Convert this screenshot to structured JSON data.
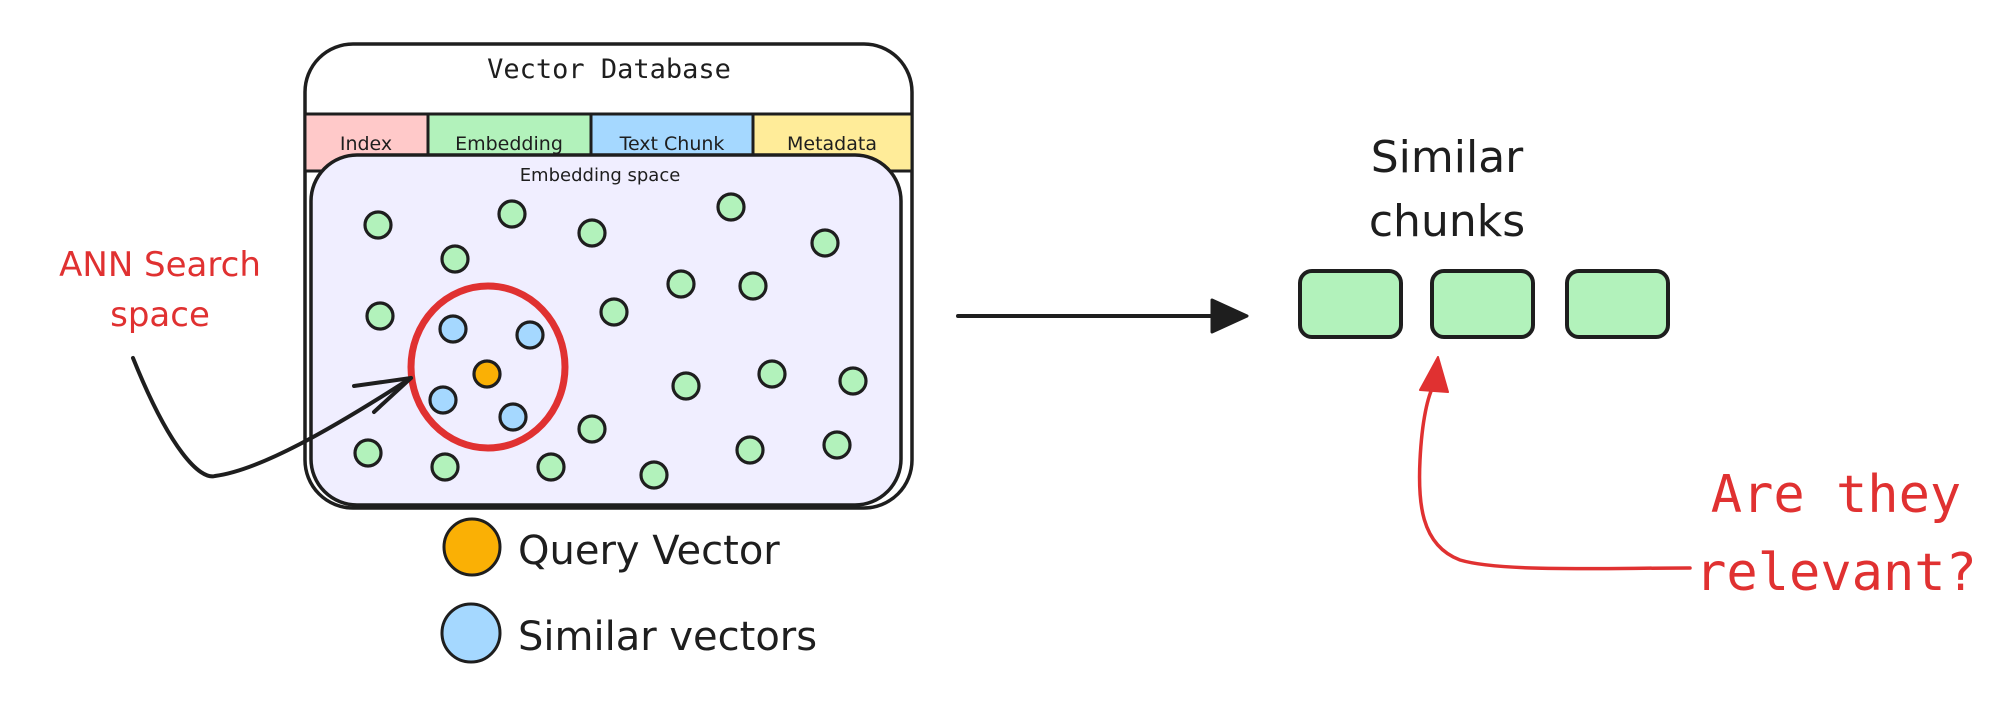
{
  "database": {
    "title": "Vector Database",
    "columns": [
      {
        "label": "Index",
        "color": "#ffc9c9"
      },
      {
        "label": "Embedding",
        "color": "#b2f2bb"
      },
      {
        "label": "Text Chunk",
        "color": "#a5d8ff"
      },
      {
        "label": "Metadata",
        "color": "#ffec99"
      }
    ],
    "embedding_space_label": "Embedding space",
    "space_fill": "#f0eeff"
  },
  "colors": {
    "vector": "#b2f2bb",
    "query": "#fab005",
    "similar": "#a5d8ff",
    "annotation": "#e03131",
    "stroke": "#1e1e1e"
  },
  "annotations": {
    "ann_search": [
      "ANN Search",
      "space"
    ],
    "relevance_question": [
      "Are they",
      "relevant?"
    ]
  },
  "legend": [
    {
      "label": "Query Vector",
      "kind": "query"
    },
    {
      "label": "Similar vectors",
      "kind": "similar"
    }
  ],
  "result": {
    "title": [
      "Similar",
      "chunks"
    ],
    "chunk_count": 3
  },
  "points": {
    "query": [
      [
        487,
        374
      ]
    ],
    "similar": [
      [
        453,
        329
      ],
      [
        530,
        335
      ],
      [
        443,
        400
      ],
      [
        513,
        417
      ]
    ],
    "other": [
      [
        378,
        225
      ],
      [
        455,
        259
      ],
      [
        512,
        214
      ],
      [
        592,
        233
      ],
      [
        380,
        316
      ],
      [
        368,
        453
      ],
      [
        445,
        467
      ],
      [
        551,
        467
      ],
      [
        592,
        429
      ],
      [
        731,
        207
      ],
      [
        825,
        243
      ],
      [
        681,
        284
      ],
      [
        753,
        286
      ],
      [
        614,
        312
      ],
      [
        686,
        386
      ],
      [
        772,
        374
      ],
      [
        853,
        381
      ],
      [
        750,
        450
      ],
      [
        837,
        445
      ],
      [
        654,
        475
      ]
    ]
  }
}
